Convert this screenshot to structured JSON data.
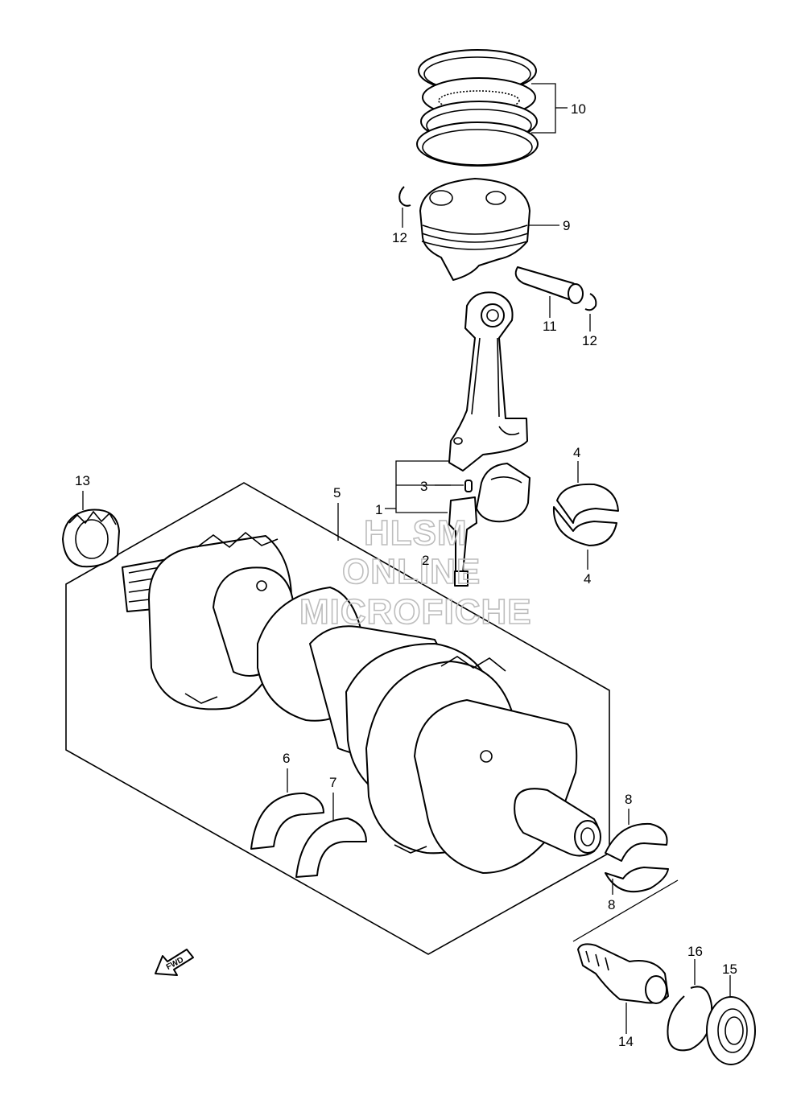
{
  "callouts": {
    "c1": "1",
    "c2": "2",
    "c3": "3",
    "c4a": "4",
    "c4b": "4",
    "c5": "5",
    "c6": "6",
    "c7": "7",
    "c8a": "8",
    "c8b": "8",
    "c9": "9",
    "c10": "10",
    "c11": "11",
    "c12a": "12",
    "c12b": "12",
    "c13": "13",
    "c14": "14",
    "c15": "15",
    "c16": "16"
  },
  "fwd_label": "FWD",
  "watermark": {
    "line1": "HLSM",
    "line2": "ONLINE",
    "line3": "MICROFICHE"
  }
}
